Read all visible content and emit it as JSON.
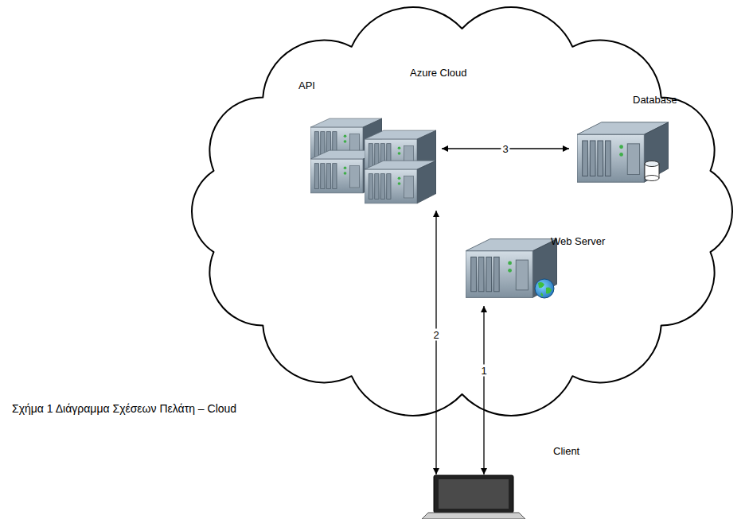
{
  "diagram": {
    "caption": "Σχήμα 1 Διάγραμμα Σχέσεων Πελάτη – Cloud",
    "nodes": [
      {
        "text": [
          "Azure Cloud"
        ]
      },
      {
        "text": [
          "API"
        ],
        "in": 0
      },
      {
        "text": [
          "Database"
        ],
        "in": 0
      },
      {
        "text": [
          "Web Server"
        ],
        "in": 0
      },
      {
        "text": [
          "Client"
        ]
      }
    ],
    "edges": [
      {
        "from": 4,
        "to": 3,
        "label": "1",
        "arrow": "both"
      },
      {
        "from": 4,
        "to": 1,
        "label": "2",
        "arrow": "both"
      },
      {
        "from": 1,
        "to": 2,
        "label": "3",
        "arrow": "both"
      }
    ]
  }
}
